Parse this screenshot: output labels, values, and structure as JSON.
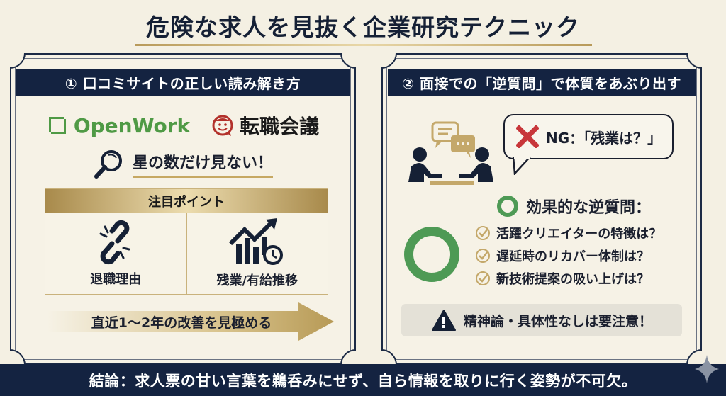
{
  "title": "危険な求人を見抜く企業研究テクニック",
  "left_panel": {
    "header": "① 口コミサイトの正しい読み解き方",
    "logos": [
      {
        "name": "OpenWork",
        "color": "#4f9a45"
      },
      {
        "name": "転職会議",
        "color": "#b3312b"
      }
    ],
    "star_note": "星の数だけ見ない！",
    "points": {
      "header": "注目ポイント",
      "items": [
        {
          "label": "退職理由",
          "icon": "broken-link-icon"
        },
        {
          "label": "残業/有給推移",
          "icon": "rising-chart-clock-icon"
        }
      ]
    },
    "arrow_text": "直近1〜2年の改善を見極める"
  },
  "right_panel": {
    "header": "② 面接での「逆質問」で体質をあぶり出す",
    "ng_label": "NG：「残業は？」",
    "effective_header": "効果的な逆質問：",
    "questions": [
      "活躍クリエイターの特徴は？",
      "遅延時のリカバー体制は？",
      "新技術提案の吸い上げは？"
    ],
    "warning": "精神論・具体性なしは要注意！"
  },
  "footer": "結論：求人票の甘い言葉を鵜呑みにせず、自ら情報を取りに行く姿勢が不可欠。",
  "colors": {
    "navy": "#142341",
    "gold": "#b89a5a",
    "green": "#4e9a55",
    "red": "#c8363a",
    "background": "#f4f0e3"
  }
}
